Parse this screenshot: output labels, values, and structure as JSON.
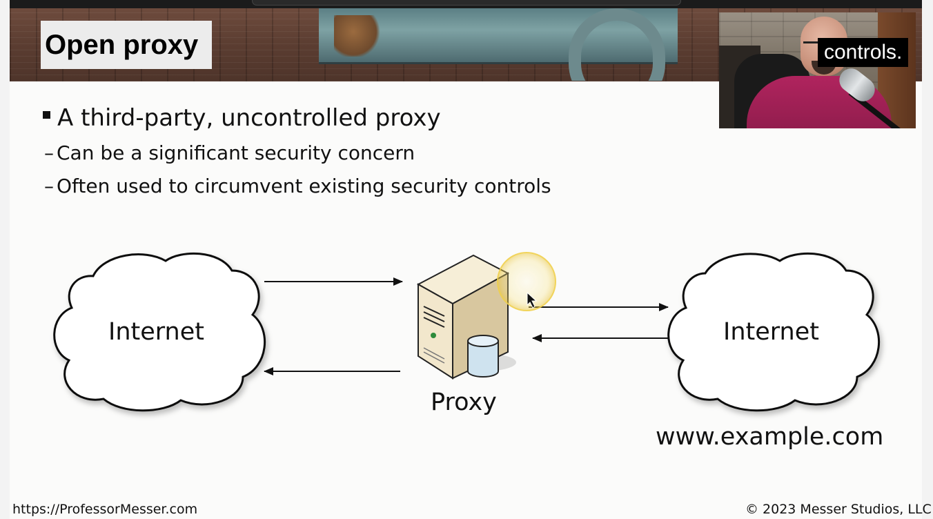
{
  "slide": {
    "title": "Open proxy",
    "bullet": "A third-party, uncontrolled proxy",
    "sub_bullets": [
      "Can be a significant security concern",
      "Often used to circumvent existing security controls"
    ],
    "dash": "–"
  },
  "diagram": {
    "left_cloud_label": "Internet",
    "right_cloud_label": "Internet",
    "proxy_label": "Proxy",
    "site_label": "www.example.com"
  },
  "caption": {
    "text": "controls."
  },
  "footer": {
    "left": "https://ProfessorMesser.com",
    "right": "© 2023 Messer Studios, LLC"
  },
  "colors": {
    "slide_background": "#fbfbfa",
    "title_box": "#ececec",
    "server_body": "#f2e7cc",
    "server_shadow": "#d8c79f",
    "database": "#cfe3ef",
    "led": "#2e8b3c",
    "cursor_highlight": "#f3d34a",
    "shirt": "#b0245e"
  },
  "icons": [
    "server-icon",
    "database-icon",
    "cloud-icon",
    "mouse-cursor-icon",
    "arrow-right-icon",
    "arrow-left-icon"
  ]
}
